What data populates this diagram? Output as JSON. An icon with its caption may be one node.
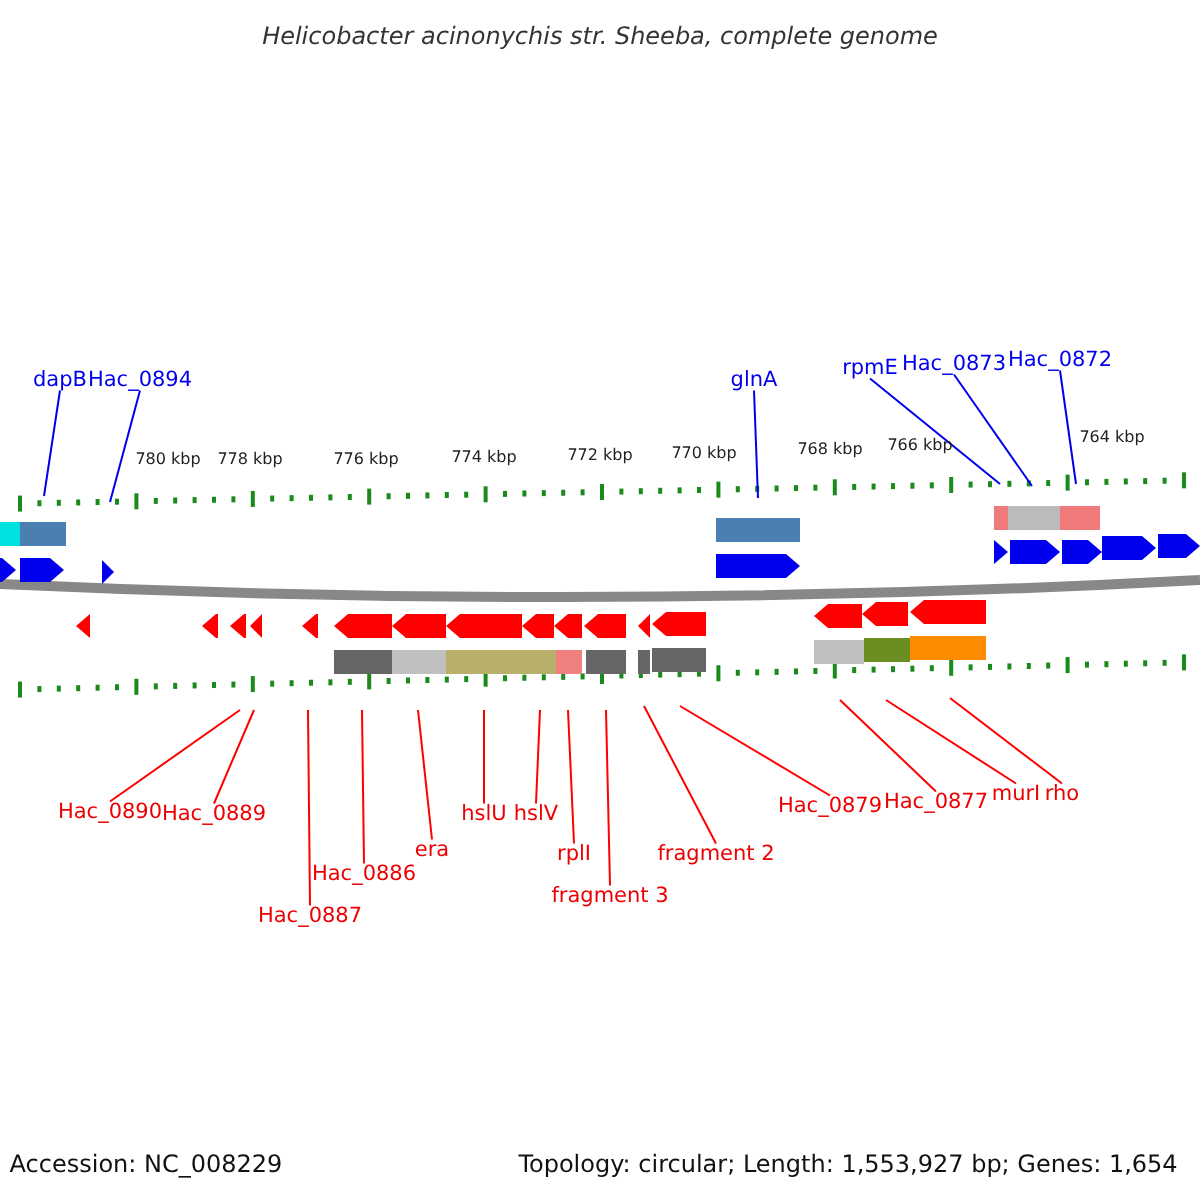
{
  "diagram": {
    "title": "Helicobacter acinonychis str. Sheeba, complete genome",
    "nodes": [
      {
        "text": [
          "dapB"
        ]
      },
      {
        "text": [
          "Hac_0894"
        ]
      },
      {
        "text": [
          "glnA"
        ]
      },
      {
        "text": [
          "rpmE"
        ]
      },
      {
        "text": [
          "Hac_0873"
        ]
      },
      {
        "text": [
          "Hac_0872"
        ]
      },
      {
        "text": [
          "Hac_0890"
        ]
      },
      {
        "text": [
          "Hac_0889"
        ]
      },
      {
        "text": [
          "Hac_0887"
        ]
      },
      {
        "text": [
          "Hac_0886"
        ]
      },
      {
        "text": [
          "era"
        ]
      },
      {
        "text": [
          "hslU"
        ]
      },
      {
        "text": [
          "hslV"
        ]
      },
      {
        "text": [
          "rplI"
        ]
      },
      {
        "text": [
          "fragment 3"
        ]
      },
      {
        "text": [
          "fragment 2"
        ]
      },
      {
        "text": [
          "Hac_0879"
        ]
      },
      {
        "text": [
          "Hac_0877"
        ]
      },
      {
        "text": [
          "murI"
        ]
      },
      {
        "text": [
          "rho"
        ]
      }
    ],
    "edges": [
      {
        "from": 0,
        "to": null,
        "arrow": "none",
        "color": "#0000ee"
      },
      {
        "from": 1,
        "to": null,
        "arrow": "none",
        "color": "#0000ee"
      },
      {
        "from": 2,
        "to": null,
        "arrow": "none",
        "color": "#0000ee"
      },
      {
        "from": 3,
        "to": null,
        "arrow": "none",
        "color": "#0000ee"
      },
      {
        "from": 4,
        "to": null,
        "arrow": "none",
        "color": "#0000ee"
      },
      {
        "from": 5,
        "to": null,
        "arrow": "none",
        "color": "#0000ee"
      },
      {
        "from": 6,
        "to": null,
        "arrow": "none",
        "color": "#ff0000"
      },
      {
        "from": 7,
        "to": null,
        "arrow": "none",
        "color": "#ff0000"
      },
      {
        "from": 8,
        "to": null,
        "arrow": "none",
        "color": "#ff0000"
      },
      {
        "from": 9,
        "to": null,
        "arrow": "none",
        "color": "#ff0000"
      },
      {
        "from": 10,
        "to": null,
        "arrow": "none",
        "color": "#ff0000"
      },
      {
        "from": 11,
        "to": null,
        "arrow": "none",
        "color": "#ff0000"
      },
      {
        "from": 12,
        "to": null,
        "arrow": "none",
        "color": "#ff0000"
      },
      {
        "from": 13,
        "to": null,
        "arrow": "none",
        "color": "#ff0000"
      },
      {
        "from": 14,
        "to": null,
        "arrow": "none",
        "color": "#ff0000"
      },
      {
        "from": 15,
        "to": null,
        "arrow": "none",
        "color": "#ff0000"
      },
      {
        "from": 16,
        "to": null,
        "arrow": "none",
        "color": "#ff0000"
      },
      {
        "from": 17,
        "to": null,
        "arrow": "none",
        "color": "#ff0000"
      },
      {
        "from": 18,
        "to": null,
        "arrow": "none",
        "color": "#ff0000"
      },
      {
        "from": 19,
        "to": null,
        "arrow": "none",
        "color": "#ff0000"
      }
    ],
    "labels": [
      "780 kbp",
      "778 kbp",
      "776 kbp",
      "774 kbp",
      "772 kbp",
      "770 kbp",
      "768 kbp",
      "766 kbp",
      "764 kbp",
      "Accession: NC_008229",
      "Topology: circular; Length: 1,553,927 bp; Genes: 1,654"
    ]
  }
}
